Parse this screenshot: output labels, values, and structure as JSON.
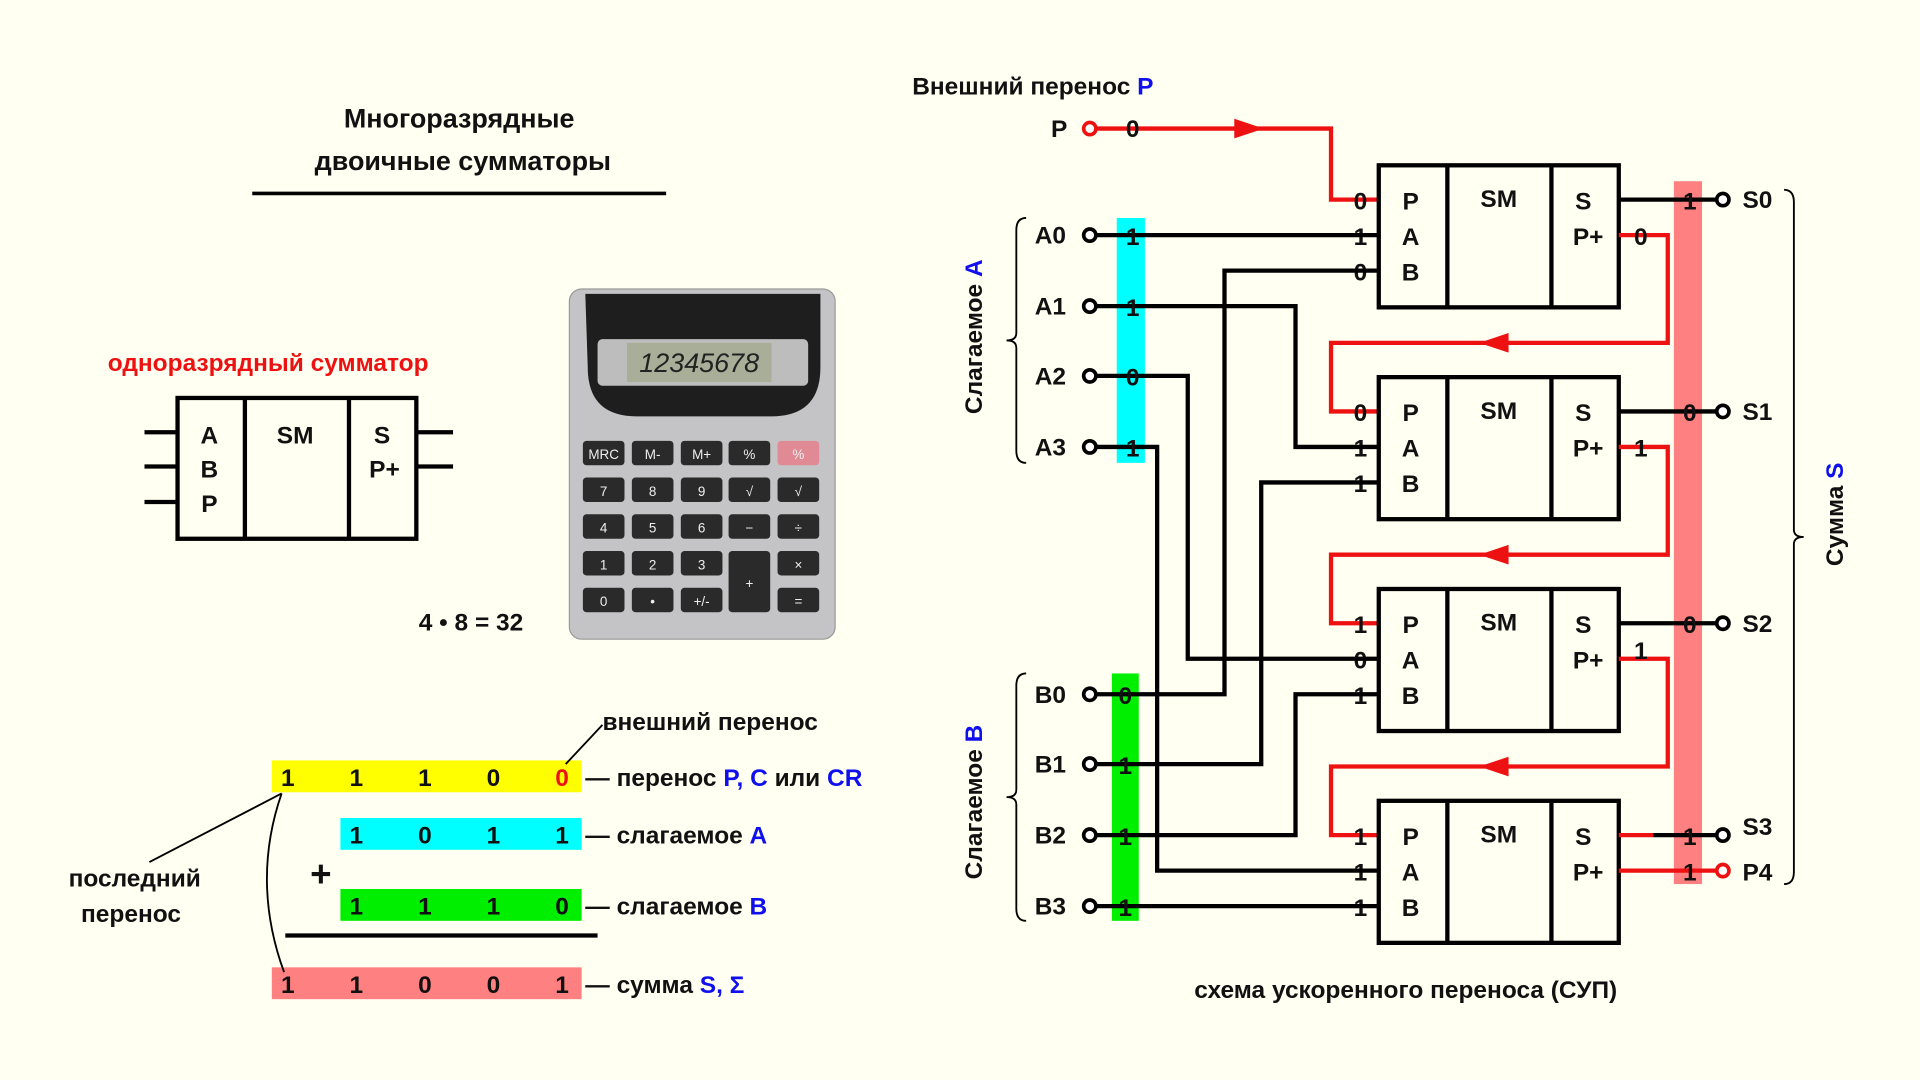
{
  "title": {
    "line1": "Многоразрядные",
    "line2": "двоичные сумматоры"
  },
  "single_adder": {
    "caption": "одноразрядный сумматор",
    "inputs": [
      "A",
      "B",
      "P"
    ],
    "core": "SM",
    "outputs": [
      "S",
      "P+"
    ]
  },
  "calculator": {
    "display": "12345678",
    "keys": [
      [
        "MRC",
        "M-",
        "M+",
        "%",
        "%"
      ],
      [
        "7",
        "8",
        "9",
        "√",
        "√"
      ],
      [
        "4",
        "5",
        "6",
        "−",
        "÷"
      ],
      [
        "1",
        "2",
        "3",
        "+",
        "×"
      ],
      [
        "0",
        "•",
        "+/-",
        "",
        "="
      ]
    ],
    "caption": "4 • 8 = 32"
  },
  "addition": {
    "carry": {
      "digits": [
        "1",
        "1",
        "1",
        "0",
        "0"
      ],
      "label": "перенос",
      "label_accent": "P, C",
      "label_mid": "или",
      "label_accent2": "CR",
      "color": "#ffff00"
    },
    "addend_a": {
      "digits": [
        "1",
        "0",
        "1",
        "1"
      ],
      "label": "слагаемое",
      "label_accent": "A",
      "color": "#00ffff"
    },
    "addend_b": {
      "digits": [
        "1",
        "1",
        "1",
        "0"
      ],
      "label": "слагаемое",
      "label_accent": "B",
      "color": "#00ee00"
    },
    "sum": {
      "digits": [
        "1",
        "1",
        "0",
        "0",
        "1"
      ],
      "label": "сумма",
      "label_accent": "S, Σ",
      "color": "#ff8080"
    },
    "plus": "+",
    "external_carry_note": "внешний перенос",
    "last_carry_note": [
      "последний",
      "перенос"
    ]
  },
  "circuit": {
    "external_carry_label": "Внешний перенос",
    "external_carry_accent": "P",
    "p_input": {
      "name": "P",
      "value": "0"
    },
    "addend_a_label": "Слагаемое",
    "addend_a_accent": "A",
    "addend_b_label": "Слагаемое",
    "addend_b_accent": "B",
    "sum_label": "Сумма",
    "sum_accent": "S",
    "a_inputs": [
      {
        "name": "A0",
        "value": "1"
      },
      {
        "name": "A1",
        "value": "1"
      },
      {
        "name": "A2",
        "value": "0"
      },
      {
        "name": "A3",
        "value": "1"
      }
    ],
    "b_inputs": [
      {
        "name": "B0",
        "value": "0"
      },
      {
        "name": "B1",
        "value": "1"
      },
      {
        "name": "B2",
        "value": "1"
      },
      {
        "name": "B3",
        "value": "1"
      }
    ],
    "blocks": [
      {
        "p": "0",
        "a": "1",
        "b": "0",
        "carry_out": "0",
        "sum": "1",
        "sum_name": "S0"
      },
      {
        "p": "0",
        "a": "1",
        "b": "1",
        "carry_out": "1",
        "sum": "0",
        "sum_name": "S1"
      },
      {
        "p": "1",
        "a": "0",
        "b": "1",
        "carry_out": "1",
        "sum": "0",
        "sum_name": "S2"
      },
      {
        "p": "1",
        "a": "1",
        "b": "1",
        "carry_out": "1",
        "sum": "1",
        "sum_name": "S3",
        "carry_name": "P4"
      }
    ],
    "block_labels": {
      "p": "P",
      "a": "A",
      "b": "B",
      "core": "SM",
      "s": "S",
      "pplus": "P+"
    },
    "caption": "схема ускоренного переноса (СУП)",
    "colors": {
      "a_bar": "#00ffff",
      "b_bar": "#00ee00",
      "sum_bar": "#ff8080",
      "carry": "#ee1111"
    }
  }
}
